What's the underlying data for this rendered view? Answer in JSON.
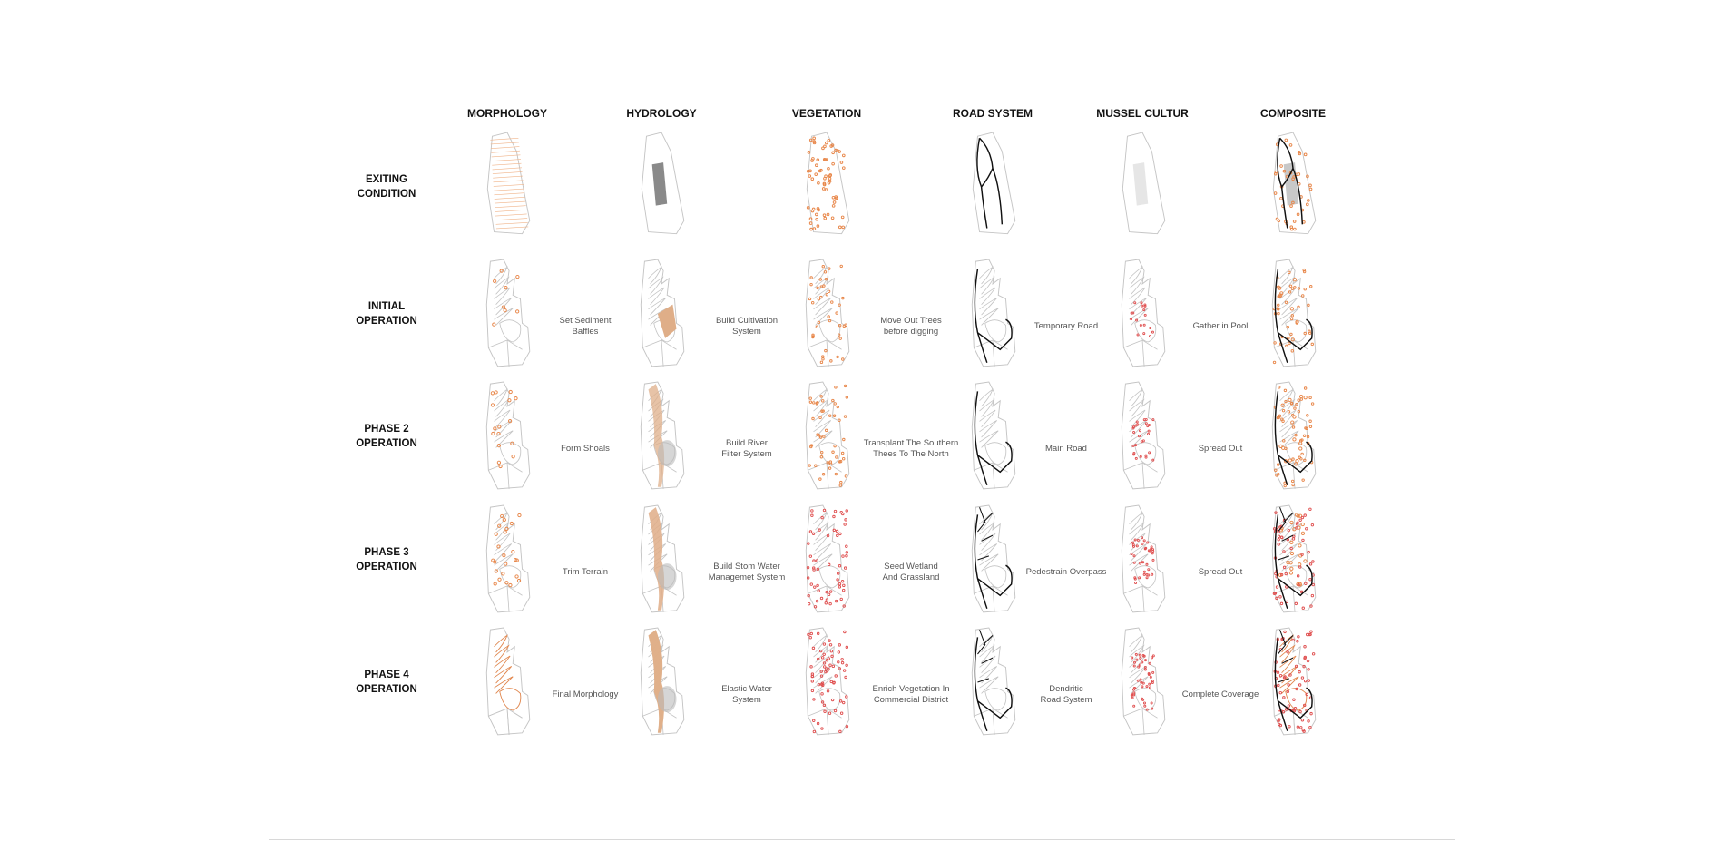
{
  "columns": [
    "MORPHOLOGY",
    "HYDROLOGY",
    "VEGETATION",
    "ROAD SYSTEM",
    "MUSSEL CULTUR",
    "COMPOSITE"
  ],
  "rows": [
    {
      "label_line1": "EXITING",
      "label_line2": "CONDITION",
      "operations": []
    },
    {
      "label_line1": "INITIAL",
      "label_line2": "OPERATION",
      "operations": [
        [
          "Set Sediment",
          "Baffles"
        ],
        [
          "Build Cultivation",
          "System"
        ],
        [
          "Move Out Trees",
          "before digging"
        ],
        [
          "Temporary Road",
          ""
        ],
        [
          "Gather in Pool",
          ""
        ]
      ]
    },
    {
      "label_line1": "PHASE 2",
      "label_line2": "OPERATION",
      "operations": [
        [
          "Form Shoals",
          ""
        ],
        [
          "Build River",
          "Filter System"
        ],
        [
          "Transplant The Southern",
          "Thees To The North"
        ],
        [
          "Main Road",
          ""
        ],
        [
          "Spread Out",
          ""
        ]
      ]
    },
    {
      "label_line1": "PHASE 3",
      "label_line2": "OPERATION",
      "operations": [
        [
          "Trim Terrain",
          ""
        ],
        [
          "Build Stom Water",
          "Managemet System"
        ],
        [
          "Seed Wetland",
          "And Grassland"
        ],
        [
          "Pedestrain Overpass",
          ""
        ],
        [
          "Spread Out",
          ""
        ]
      ]
    },
    {
      "label_line1": "PHASE 4",
      "label_line2": "OPERATION",
      "operations": [
        [
          "Final Morphology",
          ""
        ],
        [
          "Elastic Water",
          "System"
        ],
        [
          "Enrich Vegetation In",
          "Commercial District"
        ],
        [
          "Dendritic",
          "Road System"
        ],
        [
          "Complete Coverage",
          ""
        ]
      ]
    }
  ],
  "colors": {
    "orange": "#e8874a",
    "light_orange": "#f0b48a",
    "tan": "#dfae88",
    "grey": "#a8a8a8",
    "outline": "#c4c4c4",
    "road": "#111111",
    "red": "#e05050"
  }
}
